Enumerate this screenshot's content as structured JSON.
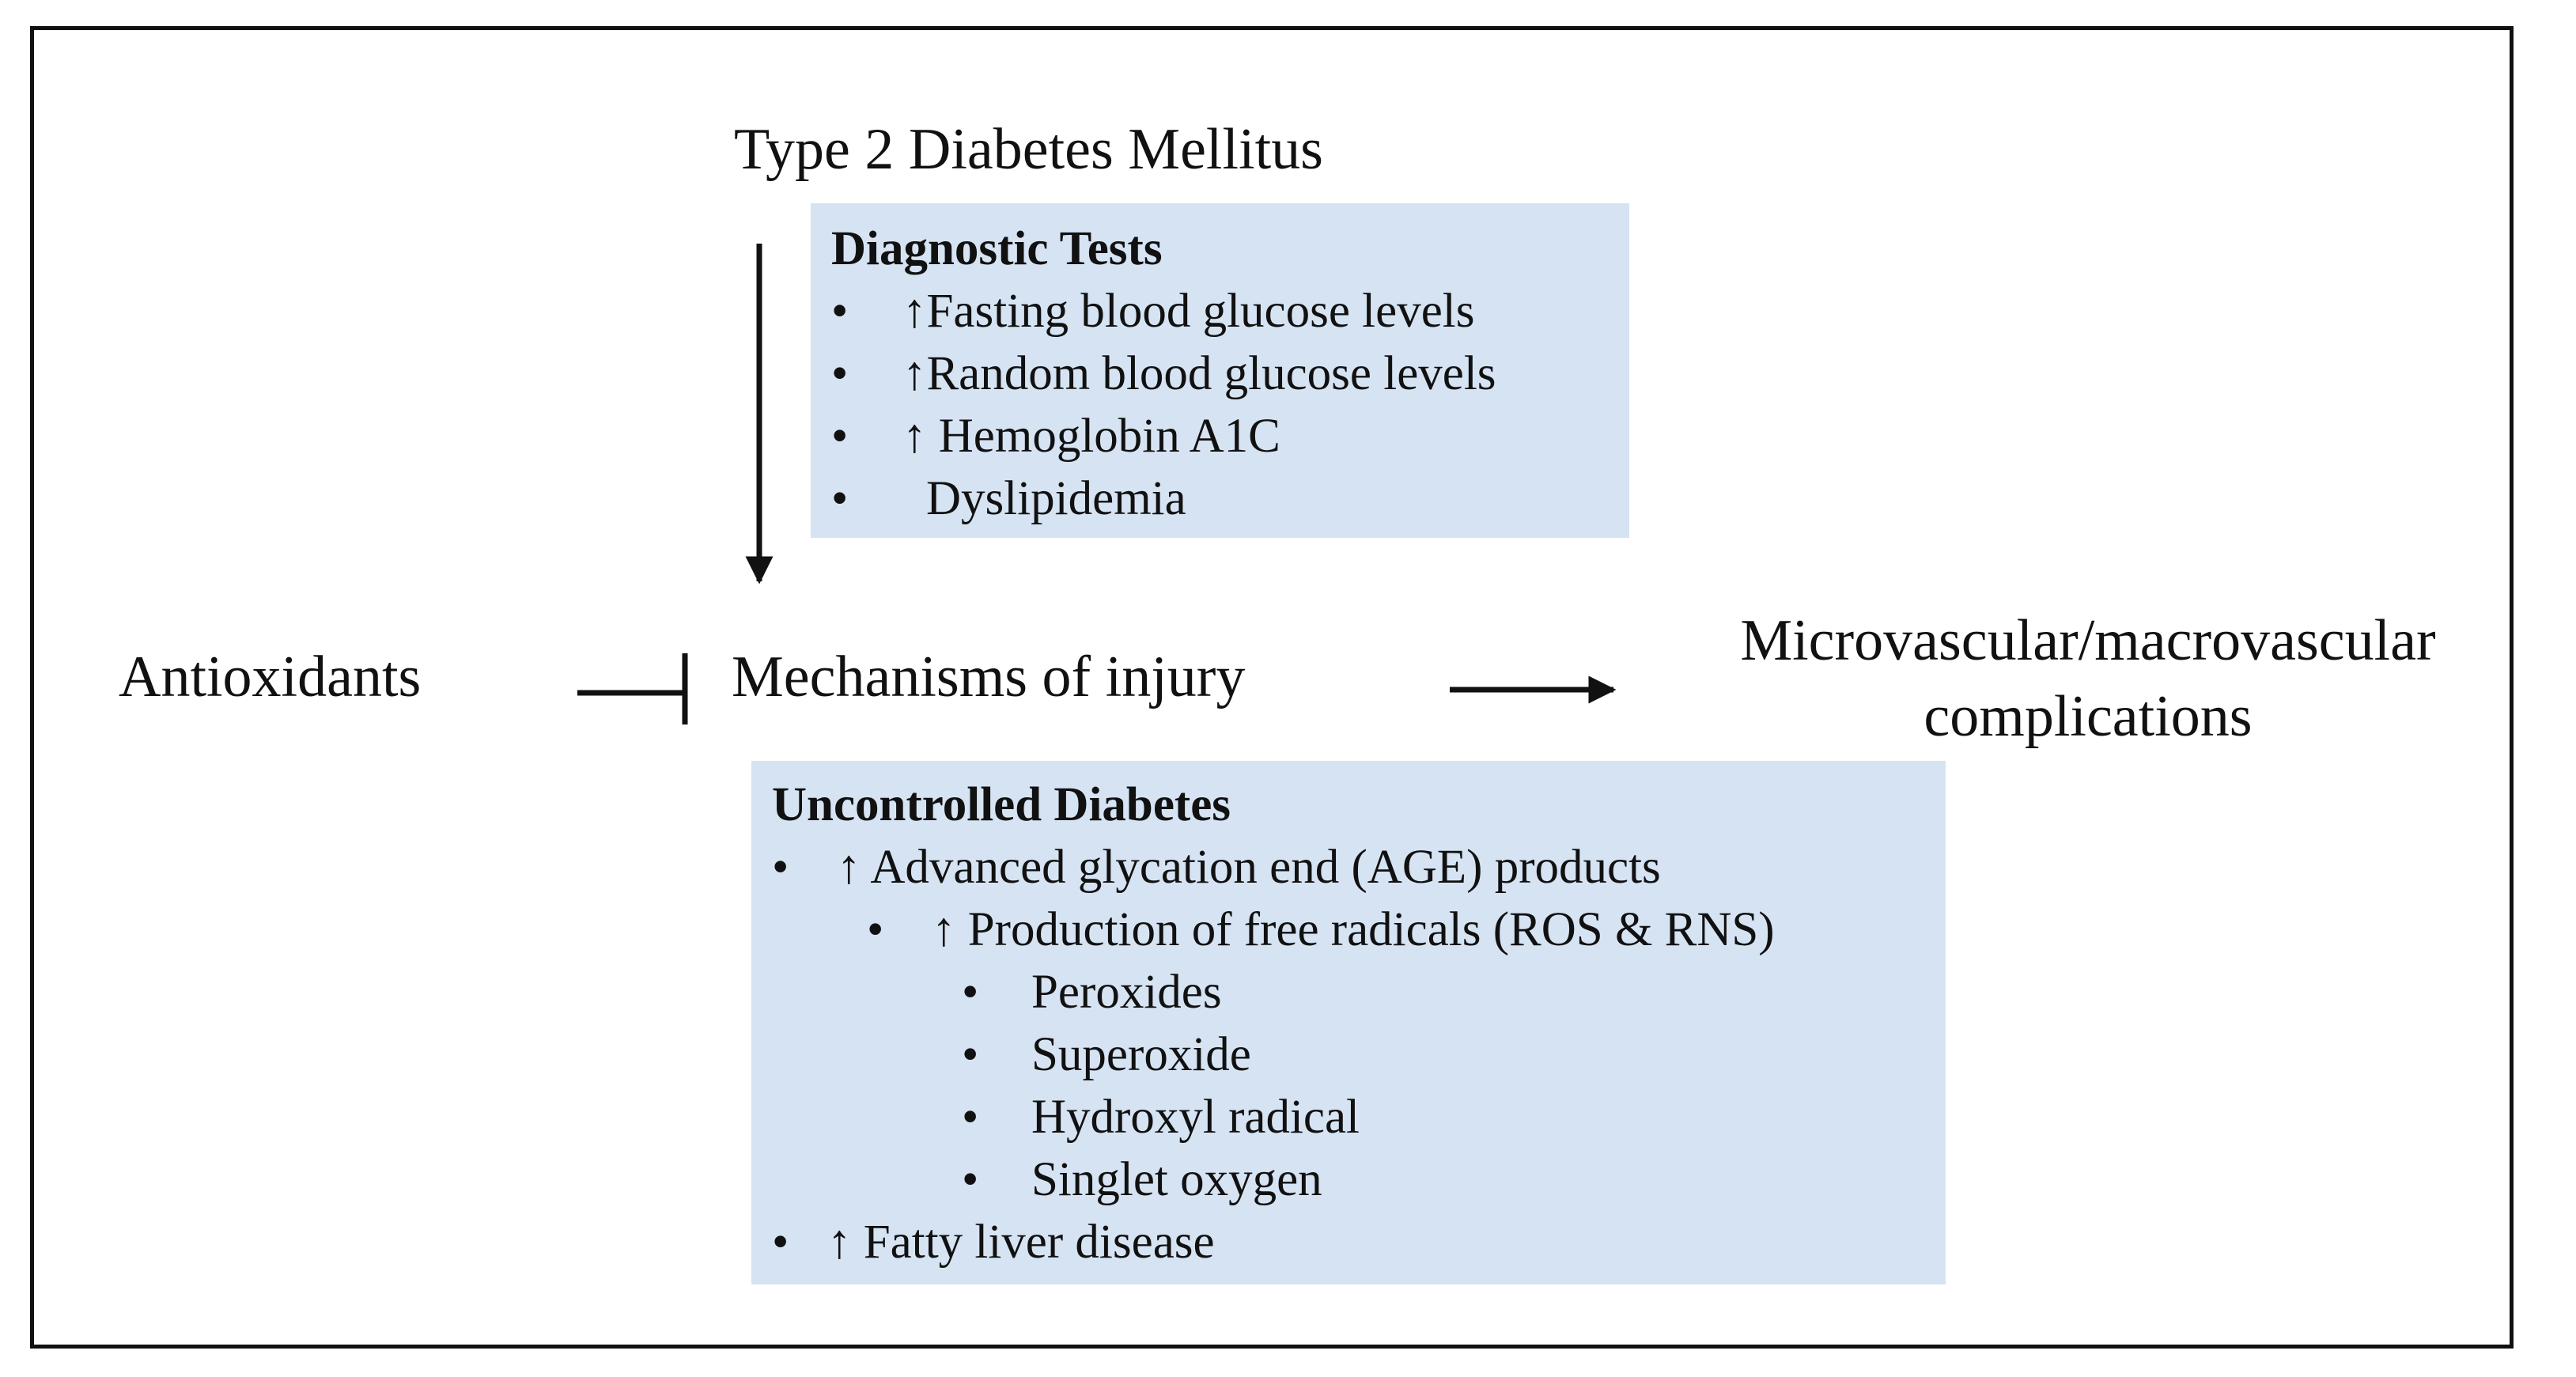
{
  "nodes": {
    "top": "Type 2 Diabetes Mellitus",
    "left": "Antioxidants",
    "center": "Mechanisms of injury",
    "right_line1": "Microvascular/macrovascular",
    "right_line2": "complications"
  },
  "diagnostic_box": {
    "title": "Diagnostic Tests",
    "bullet": "•",
    "items": [
      "↑Fasting blood glucose levels",
      "↑Random blood glucose levels",
      "↑ Hemoglobin A1C",
      "Dyslipidemia"
    ],
    "fill": "#d6e3f3"
  },
  "uncontrolled_box": {
    "title": "Uncontrolled Diabetes",
    "bullet": "•",
    "items": [
      "↑ Advanced glycation end (AGE) products",
      "↑ Production of free radicals (ROS & RNS)",
      "Peroxides",
      "Superoxide",
      "Hydroxyl radical",
      "Singlet oxygen",
      "↑ Fatty liver disease"
    ],
    "fill": "#d6e3f3"
  }
}
